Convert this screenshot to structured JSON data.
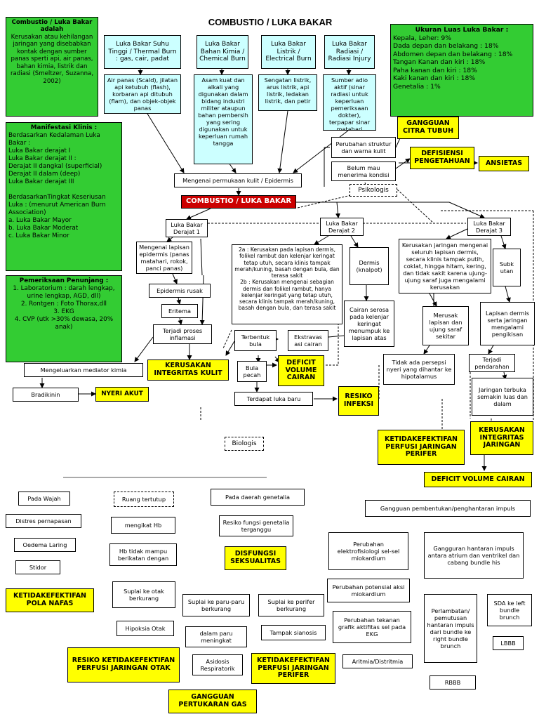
{
  "title": "COMBUSTIO / LUKA BAKAR",
  "definition": {
    "heading": "Combustio / Luka Bakar adalah",
    "text": "Kerusakan atau kehilangan jaringan yang disebabkan kontak dengan sumber panas sperti api, air panas, bahan kimia, listrik dan radiasi (Smeltzer, Suzanna, 2002)"
  },
  "causes": [
    {
      "label": "Luka Bakar Suhu Tinggi / Thermal Burn : gas, cair, padat",
      "detail": "Air panas (Scald), jilatan api ketubuh (flash), korbaran api ditubuh (flam), dan objek-objek panas"
    },
    {
      "label": "Luka Bakar Bahan Kimia / Chemical Burn",
      "detail": "Asam kuat dan alkali yang digunakan dalam bidang industri militer ataupun bahan pembersih yang sering digunakan untuk keperluan rumah tangga"
    },
    {
      "label": "Luka Bakar Listrik / Electrical Burn",
      "detail": "Sengatan listrik, arus listrik, api listrik, ledakan listrik, dan petir"
    },
    {
      "label": "Luka Bakar Radiasi / Radiasi Injury",
      "detail": "Sumber adio aktif (sinar radiasi untuk keperluan pemeriksaan dokter), terpapar sinar matahari"
    }
  ],
  "size": {
    "heading": "Ukuran Luas Luka Bakar :",
    "items": [
      "Kepala, Leher: 9%",
      "Dada depan dan belakang : 18%",
      "Abdomen depan dan belakang : 18%",
      "Tangan Kanan dan kiri : 18%",
      "Paha kanan dan kiri : 18%",
      "Kaki kanan dan kiri : 18%",
      "Genetalia : 1%"
    ]
  },
  "manifest": {
    "heading": "Manifestasi Klinis :",
    "text": "Berdasarkan Kedalaman Luka Bakar :\nLuka Bakar derajat I\nLuka Bakar derajat II :\nDerajat II dangkal (superficial)\nDerajat II dalam (deep)\nLuka Bakar derajat III\n\nBerdasarkanTingkat Keseriusan Luka  : (menurut American Burn Association)\na. Luka Bakar Mayor\nb. Luka Bakar Moderat\nc. Luka Bakar Minor"
  },
  "exam": {
    "heading": "Pemeriksaan Penunjang :",
    "text": "1. Laboratorium : darah lengkap, urine lengkap, AGD, dll)\n2. Rontgen : Foto Thorax,dll\n3. EKG\n4. CVP (utk >30% dewasa, 20% anak)"
  },
  "nodes": {
    "mengenai": "Mengenai permukaan kulit / Epidermis",
    "combustio": "COMBUSTIO / LUKA BAKAR",
    "perubahan_struktur": "Perubahan struktur dan warna kulit",
    "belum_mau": "Belum mau menerima kondisi",
    "psikologis": "Psikologis",
    "derajat1": "Luka Bakar Derajat 1",
    "derajat2": "Luka Bakar Derajat 2",
    "derajat3": "Luka Bakar Derajat 3",
    "d1_desc": "Mengenai lapisan epidermis (panas matahari, rokok, panci panas)",
    "epidermis_rusak": "Epidermis rusak",
    "eritema": "Eritema",
    "inflamasi": "Terjadi proses inflamasi",
    "mediator": "Mengeluarkan mediator kimia",
    "bradikinin": "Bradikinin",
    "d2_desc": "2a : Kerusakan pada lapisan dermis, folikel rambut dan kelenjar keringat tetap utuh, secara klinis tampak merah/kuning, basah dengan bula, dan terasa sakit\n2b : Kerusakan mengenai sebagian dermis dan folikel rambut, hanya kelenjar keringat yang tetap utuh, secara klinis tampak merah/kuning, basah dengan bula, dan terasa sakit",
    "dermis": "Dermis (knalpot)",
    "cairan_serosa": "Cairan serosa pada kelenjar keringat menumpuk ke lapisan atas",
    "ekstravasasi": "Ekstravas asi cairan",
    "terbentuk_bula": "Terbentuk bula",
    "bula_pecah": "Bula pecah",
    "luka_baru": "Terdapat luka baru",
    "d3_desc": "Kerusakan jaringan mengenai seluruh lapisan dermis, secara klinis tampak putih, coklat, hingga hitam, kering, dan tidak sakit karena ujung-ujung saraf juga mengalami kerusakan",
    "subkutan": "Subk utan",
    "merusak": "Merusak lapisan dan ujung saraf sekitar",
    "lapisan_dermis": "Lapisan dermis serta jaringan mengalami pengikisan",
    "tidak_ada_persepsi": "Tidak ada persepsi nyeri yang dihantar ke hipotalamus",
    "pendarahan": "Terjadi pendarahan",
    "jaringan_terbuka": "Jaringan terbuka semakin luas dan dalam",
    "biologis": "Biologis",
    "pada_wajah": "Pada Wajah",
    "distres": "Distres pernapasan",
    "oedema": "Oedema Laring",
    "stidor": "Stidor",
    "ruang_tertutup": "Ruang tertutup",
    "mengikat_hb": "mengikat Hb",
    "hb_tidak": "Hb tidak mampu berikatan dengan",
    "suplai_otak": "Suplai ke otak berkurang",
    "hipoksia": "Hipoksia Otak",
    "suplai_paru": "Suplai ke paru-paru berkurang",
    "dalam_paru": "dalam paru meningkat",
    "asidosis": "Asidosis Respiratorik",
    "genetalia": "Pada daerah genetalia",
    "resiko_fungsi": "Resiko fungsi genetalia terganggu",
    "suplai_perifer": "Suplai ke perifer berkurang",
    "sianosis": "Tampak sianosis",
    "gangguan_impuls": "Gangguan pembentukan/penghantaran impuls",
    "elektrofisiologi": "Perubahan elektrofisiologi sel-sel miokardium",
    "gangguan_hantaran": "Gangguran hantaran impuls antara atrium dan ventrikel dan cabang bundle his",
    "potensial": "Perubahan potensial aksi miokardium",
    "tekanan": "Perubahan tekanan grafik aktifitas sel pada EKG",
    "aritmia": "Aritmia/Distritmia",
    "perlambatan": "Perlambatan/ pemutusan hantaran impuls dari bundle ke right bundle brunch",
    "sda": "SDA ke left bundle brunch",
    "lbbb": "LBBB",
    "rbbb": "RBBB"
  },
  "diagnoses": {
    "gangguan_citra": "GANGGUAN CITRA TUBUH",
    "defisiensi": "DEFISIENSI PENGETAHUAN",
    "ansietas": "ANSIETAS",
    "kerusakan_kulit": "KERUSAKAN INTEGRITAS KULIT",
    "deficit_volume": "DEFICIT VOLUME CAIRAN",
    "nyeri_akut": "NYERI AKUT",
    "resiko_infeksi": "RESIKO INFEKSI",
    "perfusi_perifer": "KETIDAKEFEKTIFAN PERFUSI JARINGAN PERIFER",
    "kerusakan_jaringan": "KERUSAKAN INTEGRITAS JARINGAN",
    "deficit_volume_2": "DEFICIT VOLUME CAIRAN",
    "pola_nafas": "KETIDAKEFEKTIFAN POLA NAFAS",
    "disfungsi": "DISFUNGSI SEKSUALITAS",
    "perfusi_otak": "RESIKO KETIDAKEFEKTIFAN PERFUSI JARINGAN OTAK",
    "perfusi_perifer_2": "KETIDAKEFEKTIFAN PERFUSI JARINGAN PERIFER",
    "pertukaran_gas": "GANGGUAN PERTUKARAN GAS"
  }
}
